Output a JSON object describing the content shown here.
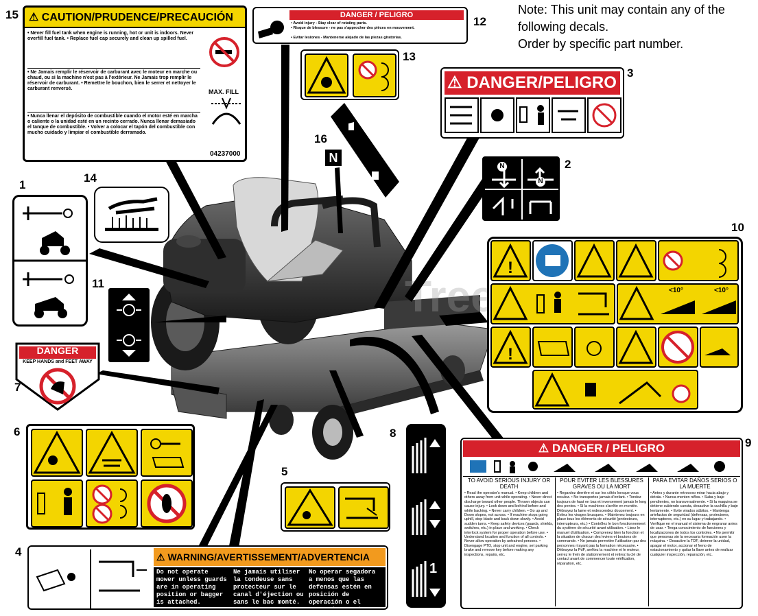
{
  "note": {
    "line1": "Note: This unit may contain any of the",
    "line2": "following decals.",
    "line3": "Order by specific part number."
  },
  "watermark": "Tree",
  "callouts": [
    "1",
    "2",
    "3",
    "4",
    "5",
    "6",
    "7",
    "8",
    "9",
    "10",
    "11",
    "12",
    "13",
    "14",
    "15",
    "16"
  ],
  "decal15": {
    "title": "CAUTION/PRUDENCE/PRECAUCIÓN",
    "en": "• Never fill fuel tank when engine is running, hot or unit is indoors. Never overfill fuel tank. • Replace fuel cap securely and clean up spilled fuel.",
    "fr": "• Ne Jamais remplir le réservoir de carburant avec le moteur en marche ou chaud, ou si la machine n'est pas à l'extérieur. Ne Jamais trop remplir le réservoir de carburant. • Remettre le bouchon, bien le serrer et nettoyer le carburant renversé.",
    "es": "• Nunca llenar el depósito de combustible cuando el motor esté en marcha o caliente o la unidad esté en un recinto cerrado. Nunca llenar demasiado el tanque de combustible. • Volver a colocar el tapón del combustible con mucho cuidado y limpiar el combustible derramado.",
    "maxfill": "MAX. FILL",
    "part": "04237000"
  },
  "decal12": {
    "title": "DANGER / PELIGRO",
    "l1": "• Avoid injury - Stay clear of rotating parts.",
    "l2": "• Risque de blessure - ne pas s'approcher des pièces en mouvement.",
    "l3": "• Evitar lesiones - Mantenerse alejado de las piezas giratorias."
  },
  "decal3": {
    "title": "DANGER/PELIGRO"
  },
  "decal16": {
    "letter": "N"
  },
  "decal2": {
    "letter": "N"
  },
  "decal7": {
    "title": "DANGER",
    "sub": "KEEP HANDS and FEET AWAY"
  },
  "decal4": {
    "title": "WARNING/AVERTISSEMENT/ADVERTENCIA",
    "en": "Do not operate mower unless guards are in operating position or bagger is attached.",
    "fr": "Ne jamais utiliser la tondeuse sans protecteur sur le canal d'éjection ou sans le bac monté.",
    "es": "No operar segadora a menos que las defensas estén en posición de operación o el recogedor esté fijo."
  },
  "decal9": {
    "title": "DANGER / PELIGRO",
    "h_en": "TO AVOID SERIOUS INJURY OR DEATH",
    "h_fr": "POUR EVITER LES BLESSURES GRAVES OU LA MORT",
    "h_es": "PARA EVITAR DAÑOS SERIOS O LA MUERTE",
    "t_en": "• Read the operator's manual. • Keep children and others away from unit while operating. • Never direct discharge toward other people. Thrown objects can cause injury. • Look down and behind before and while backing. • Never carry children. • Go up and Down slopes, not across. • If machine stops going uphill, stop blade and back down slowly. • Avoid sudden turns. • Keep safety devices (guards, shields, switches, etc.) in place and working. • Check interlock system for proper operation before use. • Understand location and function of all controls. • Never allow operation by untrained persons. • Disengage PTO, stop unit and engine, set parking brake and remove key before making any inspections, repairs, etc.",
    "t_fr": "• Regardez derrière et sur les côtés lorsque vous reculez. • Ne transportez jamais d'enfant. • Tondez toujours de haut en bas et inversement jamais le long des pentes. • Si la machines s'arrête en montée. Débrayez la lame et redescendez doucement. • Évitez les virages brusques. • Maintenez toujours en place tous les éléments de sécurité (protecteurs, interrupteurs, etc.) • Contrôlez le bon fonctionnement du système de sécurité avant utilisation. • Lisez le manuel d'utilisation. • Comprenez bien la fonction et la situation de chacun des leviers et boutons de commande. • Ne jamais permettre l'utilisation par des personnes n'ayant pas la formation nécessaire. • Débrayez la PdF, arrêtez la machine et le moteur, serrez le frein de stationnement et retirez la clé de contact avant de commencer toute vérification, réparation, etc.",
    "t_es": "• Antes y durante retroceso mirar hacia abajo y detrás. • Nunca monten niños. • Suba y baje pendientes, no transversalmente. • Si la maquina se detiene subiendo cuesta, desactive la cuchilla y baje lentamente. • Evite virados súbitos. • Mantenga artefactos de seguridad (defensas, protectores, interruptores, etc.) en su lugar y trabajando. • Verifique en el manual el sistema de engranar antes de usar. • Tenga conocimiento de funciones y localizaciones de todos los controles. • No permitir que personas sin la necesaria formación usen la máquina. • Desactive la TDF, detener la unidad, apagar el motor, accionar el freno de estacionamiento y quitar la llave antes de realizar cualquier inspección, reparación, etc."
  },
  "decal10": {
    "angle1": "<10°",
    "angle2": "<10°"
  },
  "decal8": {
    "digit": "1"
  },
  "decal11": {},
  "colors": {
    "yellow": "#f3d500",
    "danger_red": "#d6212b",
    "warning_orange": "#f29a1e",
    "info_blue": "#1f73b7"
  }
}
